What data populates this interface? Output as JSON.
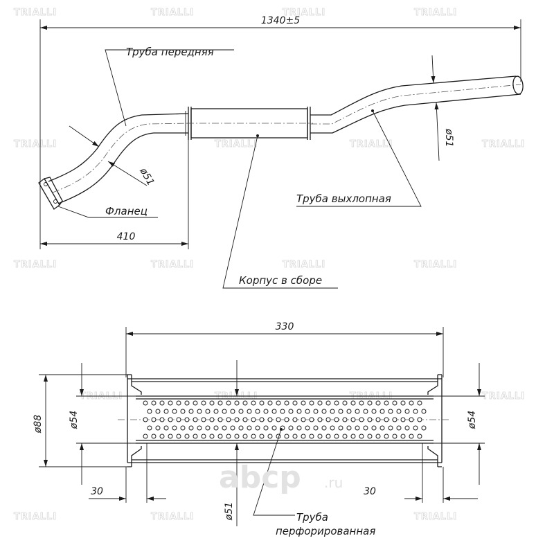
{
  "labels": {
    "front_pipe": "Труба передняя",
    "flange": "Фланец",
    "body": "Корпус в сборе",
    "exhaust_pipe": "Труба выхлопная",
    "perf_line1": "Труба",
    "perf_line2": "перфорированная"
  },
  "dimensions": {
    "total_length": "1340±5",
    "front_length": "410",
    "pipe_dia_front": "ø51",
    "pipe_dia_rear": "ø51",
    "body_length": "330",
    "body_dia": "ø88",
    "inner_dia_left": "ø54",
    "inner_dia_right": "ø54",
    "inner_pipe_dia": "ø51",
    "left_offset": "30",
    "right_offset": "30"
  },
  "watermarks": {
    "brand": "TRIALLI",
    "site": "abcp",
    "site_suffix": ".ru"
  },
  "colors": {
    "line": "#1a1a1a",
    "watermark": "#d6d6d6"
  }
}
